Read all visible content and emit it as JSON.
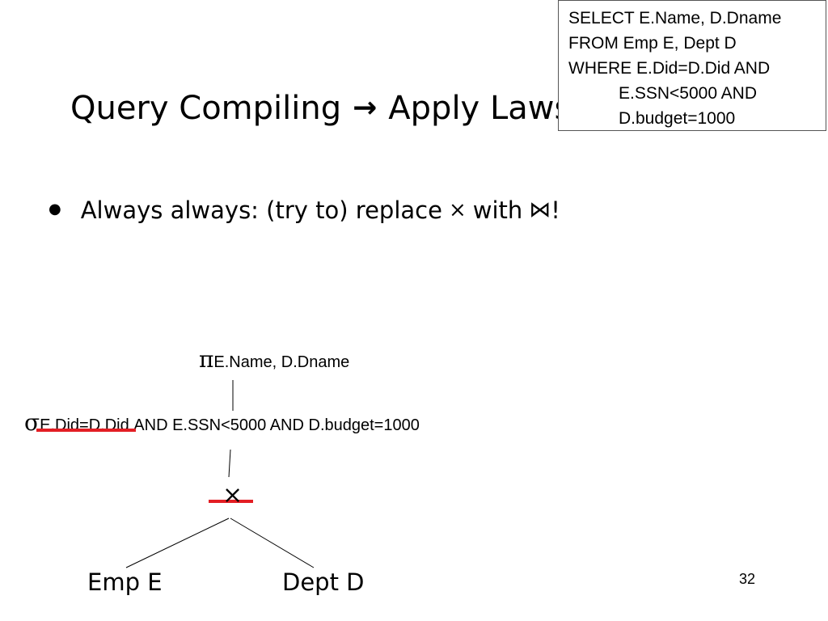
{
  "slide": {
    "title": "Query Compiling",
    "title_arrow": "→",
    "title_rest": "Apply Laws",
    "page_number": "32"
  },
  "sql_box": {
    "line1": "SELECT E.Name, D.Dname",
    "line2": "FROM Emp E, Dept D",
    "line3": "WHERE E.Did=D.Did AND",
    "line4": "E.SSN<5000 AND",
    "line5": "D.budget=1000"
  },
  "bullet": {
    "text_before": "Always always: (try to) replace",
    "times_symbol": "×",
    "text_middle": "with",
    "join_symbol": "⋈",
    "text_after": "!"
  },
  "tree": {
    "projection": {
      "symbol": "π",
      "attributes": "E.Name, D.Dname"
    },
    "selection": {
      "symbol": "σ",
      "struck_condition": "E.Did=D.Did",
      "remaining_condition": " AND E.SSN<5000 AND D.budget=1000"
    },
    "product": {
      "symbol": "×"
    },
    "left_leaf": "Emp E",
    "right_leaf": "Dept D"
  },
  "colors": {
    "strike": "#e31e24",
    "text": "#000000",
    "box_border": "#555555"
  }
}
